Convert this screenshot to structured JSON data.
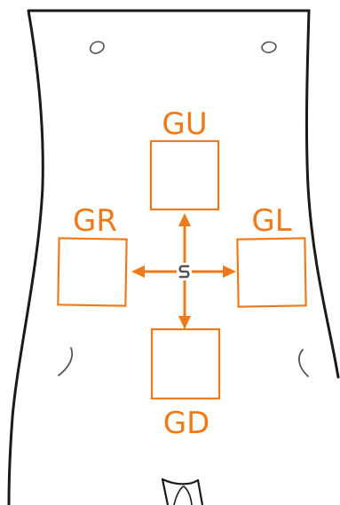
{
  "colors": {
    "accent": "#f07a1a",
    "outline": "#1a1a1a",
    "detail": "#555555"
  },
  "zones": {
    "up": "GU",
    "left": "GR",
    "right": "GL",
    "down": "GD"
  },
  "icons": {
    "center": "center-hook-icon",
    "arrows": "arrow-icon"
  }
}
